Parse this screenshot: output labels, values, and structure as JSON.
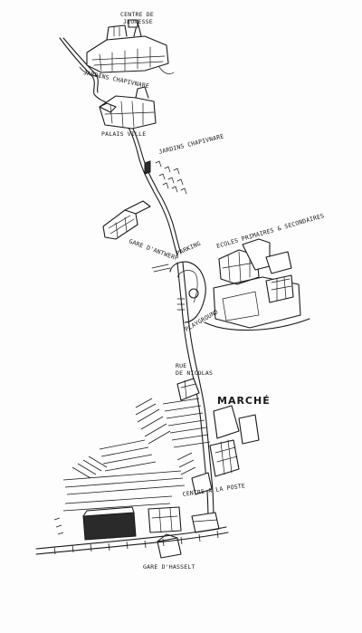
{
  "map": {
    "labels": {
      "centre_line1": "CENTRE DE",
      "centre_line2": "JEUNESSE",
      "jardins_top": "JARDINS CHAPIVNARE",
      "palais": "PALAIS VILLE",
      "jardins_mid": "JARDINS CHAPIVNARE",
      "gare_antwerp": "GARE D'ANTWERP",
      "parking": "PARKING",
      "ecoles": "ECOLES PRIMAIRES & SECONDAIRES",
      "playground": "PLAYGROUND",
      "rue": "RUE",
      "rue_sub": "DE NICOLAS",
      "marche": "MARCHÉ",
      "centre_ville": "CENTRE A LA POSTE",
      "gare_hasselt": "GARE D'HASSELT"
    }
  }
}
